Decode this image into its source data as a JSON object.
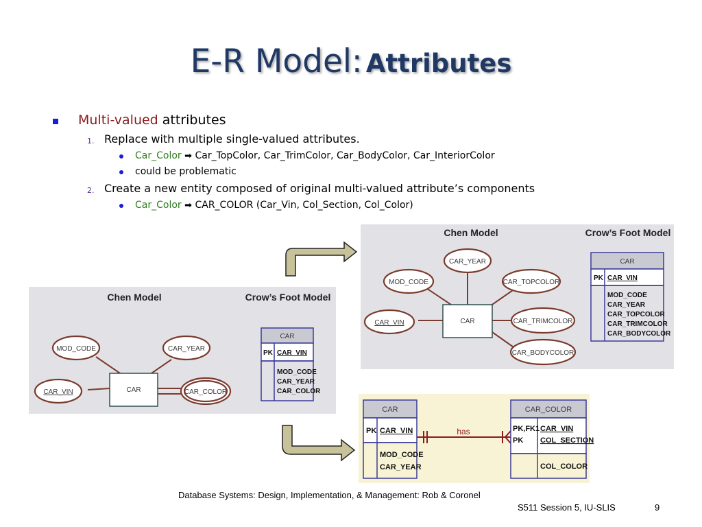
{
  "slide": {
    "title_main": "E-R Model:",
    "title_sub": "Attributes",
    "bullet1": {
      "highlight": "Multi-valued",
      "rest": " attributes"
    },
    "items": [
      {
        "num": "1.",
        "text": "Replace with multiple single-valued attributes."
      },
      {
        "num": "2.",
        "text": "Create a new entity composed of original multi-valued attribute’s components"
      }
    ],
    "sub_items_1": [
      {
        "highlight": "Car_Color",
        "arrow": "➡",
        "text": " Car_TopColor, Car_TrimColor, Car_BodyColor, Car_InteriorColor"
      },
      {
        "highlight": "",
        "arrow": "",
        "text": "could be problematic"
      }
    ],
    "sub_items_2": [
      {
        "highlight": "Car_Color",
        "arrow": "➡",
        "text": " CAR_COLOR (Car_Vin, Col_Section, Col_Color)"
      }
    ],
    "footer_source": "Database Systems: Design, Implementation, & Management: Rob & Coronel",
    "footer_session": "S511 Session 5, IU-SLIS",
    "page_number": "9"
  },
  "diagram_left": {
    "chen_label": "Chen Model",
    "crows_label": "Crow’s Foot Model",
    "entity": "CAR",
    "attributes": [
      "MOD_CODE",
      "CAR_YEAR",
      "CAR_VIN",
      "CAR_COLOR"
    ],
    "table": {
      "name": "CAR",
      "pk_label": "PK",
      "pk": "CAR_VIN",
      "fields": [
        "MOD_CODE",
        "CAR_YEAR",
        "CAR_COLOR"
      ]
    }
  },
  "diagram_right": {
    "chen_label": "Chen Model",
    "crows_label": "Crow’s Foot Model",
    "entity": "CAR",
    "attributes": [
      "CAR_YEAR",
      "MOD_CODE",
      "CAR_TOPCOLOR",
      "CAR_VIN",
      "CAR_TRIMCOLOR",
      "CAR_BODYCOLOR"
    ],
    "table": {
      "name": "CAR",
      "pk_label": "PK",
      "pk": "CAR_VIN",
      "fields": [
        "MOD_CODE",
        "CAR_YEAR",
        "CAR_TOPCOLOR",
        "CAR_TRIMCOLOR",
        "CAR_BODYCOLOR"
      ]
    }
  },
  "diagram_bottom": {
    "table1": {
      "name": "CAR",
      "pk_label": "PK",
      "pk": "CAR_VIN",
      "fields": [
        "MOD_CODE",
        "CAR_YEAR"
      ]
    },
    "relationship": "has",
    "table2": {
      "name": "CAR_COLOR",
      "key_labels": [
        "PK,FK1",
        "PK"
      ],
      "keys": [
        "CAR_VIN",
        "COL_SECTION"
      ],
      "fields": [
        "COL_COLOR"
      ]
    }
  },
  "colors": {
    "title": "#1f3864",
    "highlight_red": "#8b1a1a",
    "highlight_green": "#2e7d1e",
    "bullet_blue": "#1c1cd8",
    "ellipse_border": "#7a3b2e",
    "table_border": "#3b3b9a",
    "arrow_fill": "#c8c29a"
  }
}
